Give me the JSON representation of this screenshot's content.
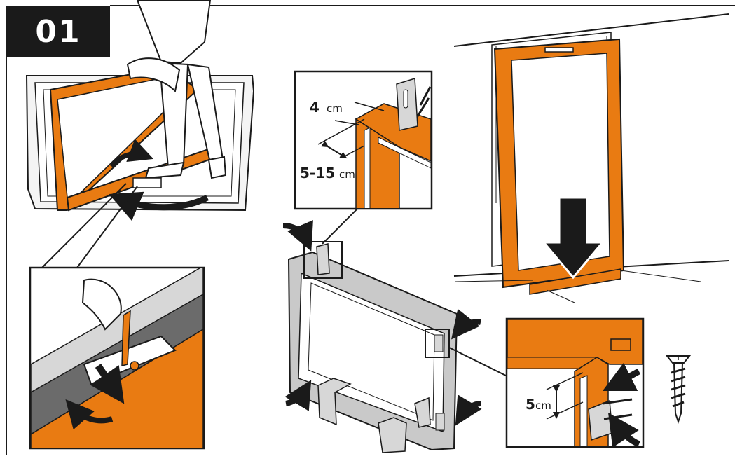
{
  "step": {
    "number": "01"
  },
  "labels": {
    "top_distance": {
      "value": "4",
      "unit": "cm"
    },
    "range_distance": {
      "value": "5-15",
      "unit": "cm"
    },
    "hinge_distance": {
      "value": "5",
      "unit": "cm"
    }
  },
  "colors": {
    "frame_orange": "#e97b12",
    "frame_grey": "#c9c9c9",
    "ink": "#1a1a1a",
    "shadow_grey": "#6b6b6b"
  },
  "icons": {
    "rotate": "curved-arrow-icon",
    "press_down": "down-arrow-icon",
    "screw": "screw-icon"
  }
}
